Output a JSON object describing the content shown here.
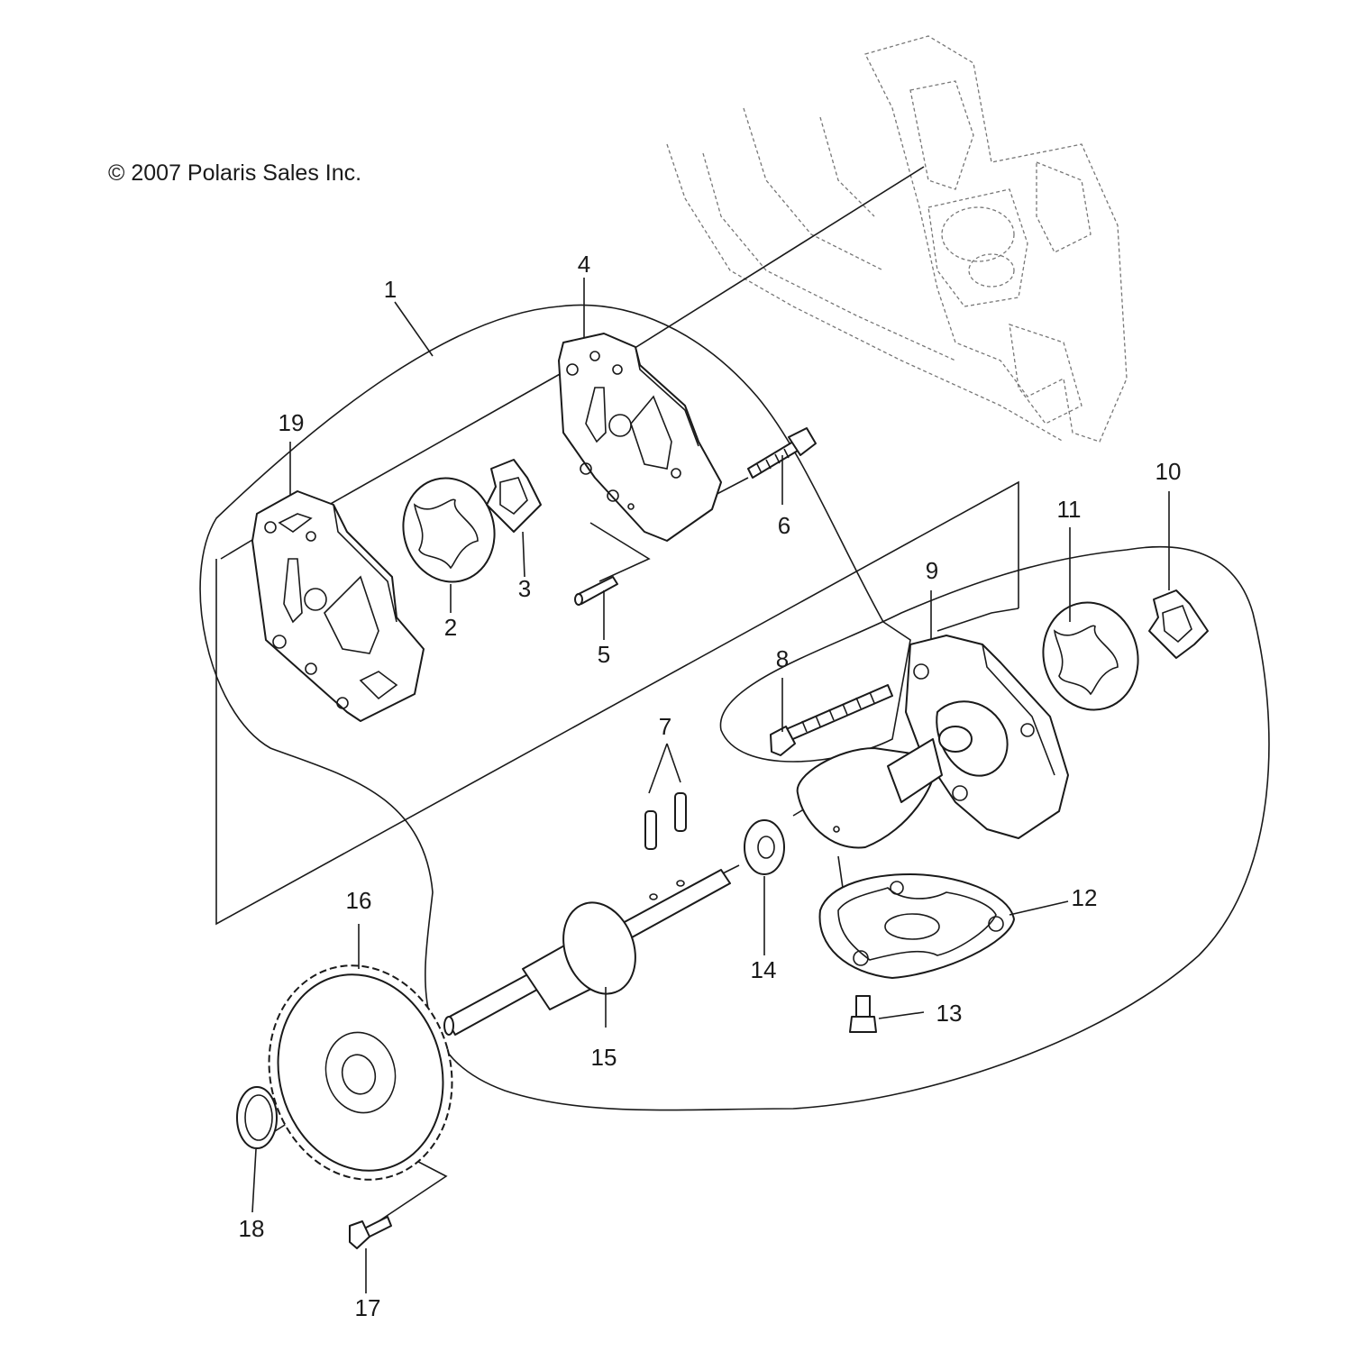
{
  "copyright": "© 2007 Polaris Sales Inc.",
  "callouts": [
    {
      "id": "1",
      "label": "1"
    },
    {
      "id": "2",
      "label": "2"
    },
    {
      "id": "3",
      "label": "3"
    },
    {
      "id": "4",
      "label": "4"
    },
    {
      "id": "5",
      "label": "5"
    },
    {
      "id": "6",
      "label": "6"
    },
    {
      "id": "7",
      "label": "7"
    },
    {
      "id": "8",
      "label": "8"
    },
    {
      "id": "9",
      "label": "9"
    },
    {
      "id": "10",
      "label": "10"
    },
    {
      "id": "11",
      "label": "11"
    },
    {
      "id": "12",
      "label": "12"
    },
    {
      "id": "13",
      "label": "13"
    },
    {
      "id": "14",
      "label": "14"
    },
    {
      "id": "15",
      "label": "15"
    },
    {
      "id": "16",
      "label": "16"
    },
    {
      "id": "17",
      "label": "17"
    },
    {
      "id": "18",
      "label": "18"
    },
    {
      "id": "19",
      "label": "19"
    }
  ]
}
